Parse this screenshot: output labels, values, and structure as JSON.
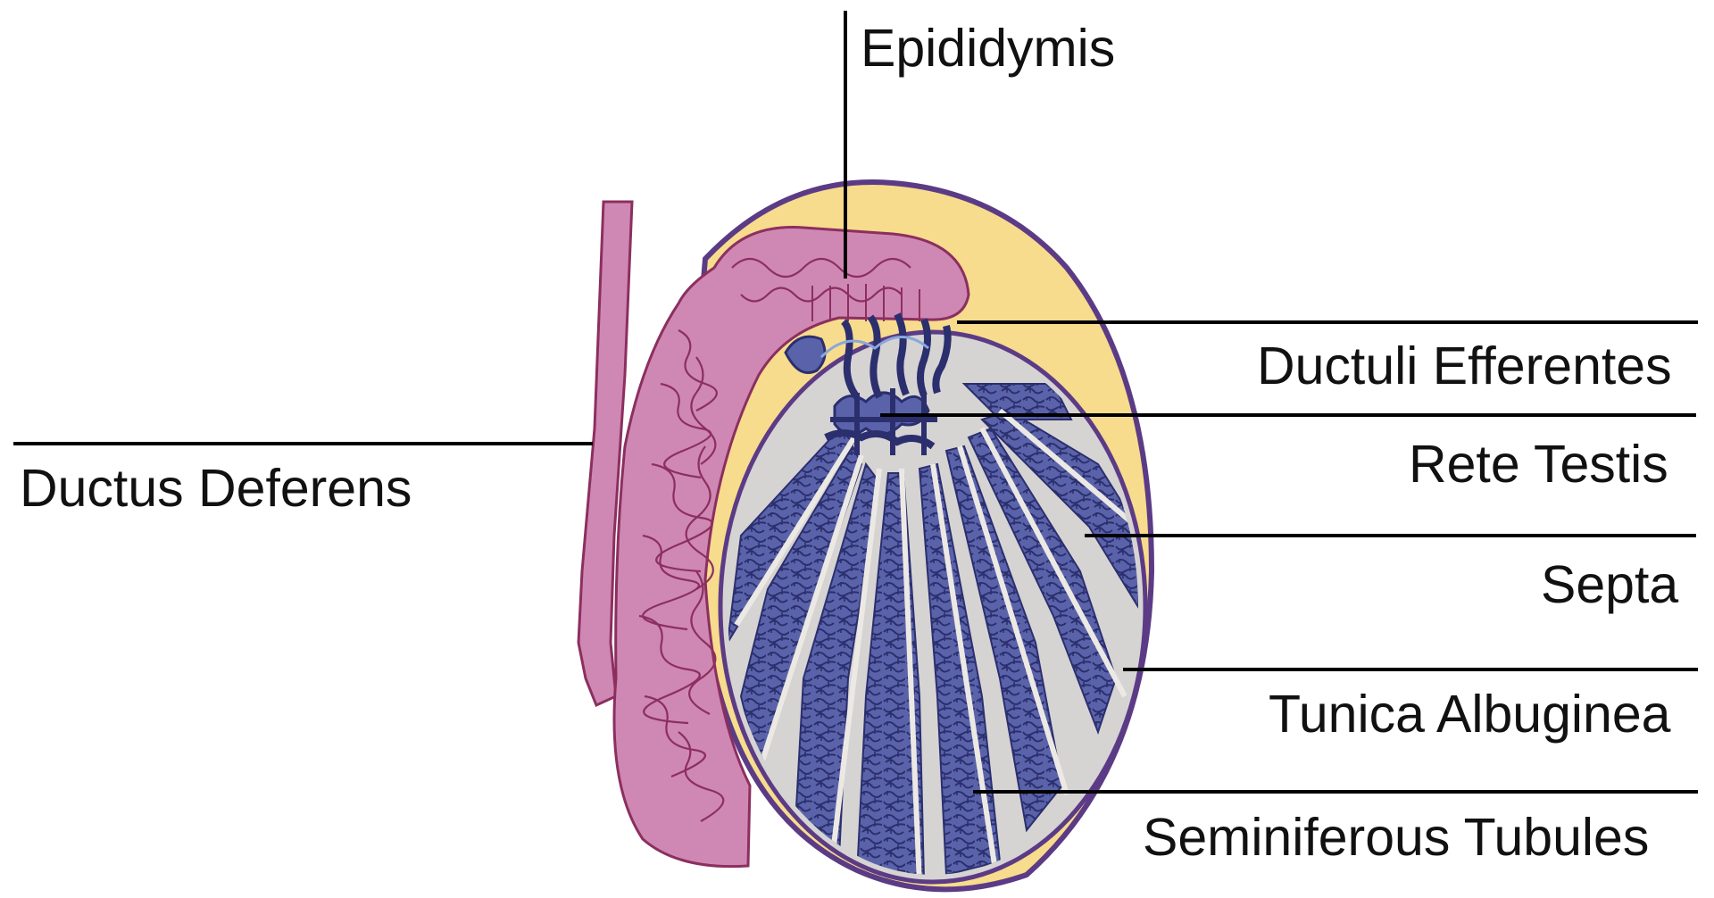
{
  "labels": {
    "epididymis": "Epididymis",
    "ductus_deferens": "Ductus Deferens",
    "ductuli_efferentes": "Ductuli Efferentes",
    "rete_testis": "Rete Testis",
    "septa": "Septa",
    "tunica_albuginea": "Tunica Albuginea",
    "seminiferous_tubules": "Seminiferous Tubules"
  },
  "colors": {
    "epididymis_fill": "#cf88b4",
    "epididymis_vein": "#8c2f5f",
    "outer_border": "#5c3b86",
    "tunica_fill": "#f6dc8c",
    "interior_fill": "#d6d3d3",
    "tubule_fill": "#5a63aa",
    "tubule_line": "#2b2f6e",
    "septa": "#ece9e4"
  }
}
